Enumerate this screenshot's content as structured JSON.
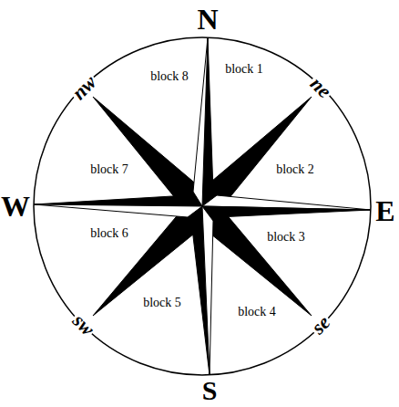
{
  "diagram": {
    "labels": [
      "N",
      "nw",
      "block 8",
      "block 1",
      "ne",
      "block 7",
      "block 2",
      "W",
      "E",
      "block 6",
      "block 3",
      "block 5",
      "block 4",
      "sw",
      "se",
      "S"
    ]
  }
}
